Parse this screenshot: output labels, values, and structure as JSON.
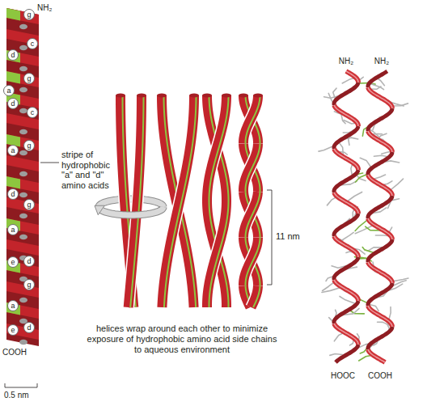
{
  "diagram": {
    "nodes": [
      {
        "text": [
          "g"
        ]
      },
      {
        "text": [
          "c"
        ]
      },
      {
        "text": [
          "d"
        ]
      },
      {
        "text": [
          "g"
        ]
      },
      {
        "text": [
          "a"
        ]
      },
      {
        "text": [
          "d"
        ]
      },
      {
        "text": [
          "c"
        ]
      },
      {
        "text": [
          "g"
        ]
      },
      {
        "text": [
          "a"
        ]
      },
      {
        "text": [
          "d"
        ]
      },
      {
        "text": [
          "g"
        ]
      },
      {
        "text": [
          "a"
        ]
      },
      {
        "text": [
          "d"
        ]
      },
      {
        "text": [
          "e"
        ]
      },
      {
        "text": [
          "g"
        ]
      },
      {
        "text": [
          "a"
        ]
      },
      {
        "text": [
          "d"
        ]
      },
      {
        "text": [
          "e"
        ]
      }
    ],
    "labels": [
      "NH₂",
      "stripe of hydrophobic \"a\" and \"d\" amino acids",
      "11 nm",
      "helices wrap around each other to minimize exposure of hydrophobic amino acid side chains to aqueous environment",
      "COOH",
      "0.5 nm",
      "NH₂",
      "NH₂",
      "HOOC",
      "COOH"
    ]
  }
}
